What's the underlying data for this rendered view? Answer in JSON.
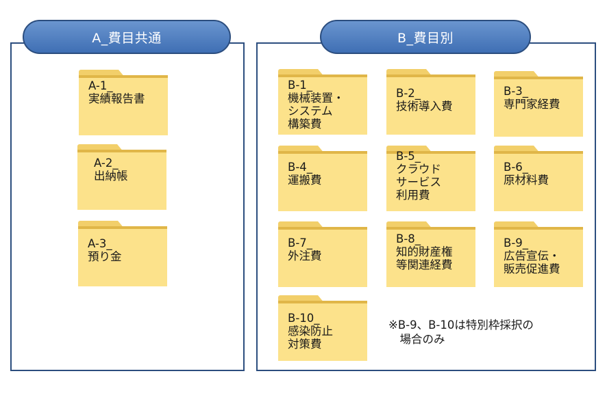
{
  "sections": {
    "a_title": "A_費目共通",
    "b_title": "B_費目別"
  },
  "folders_a": [
    {
      "label": "A-1_\n実績報告書"
    },
    {
      "label": "A-2_\n出納帳"
    },
    {
      "label": "A-3_\n預り金"
    }
  ],
  "folders_b": [
    {
      "label": "B-1_\n機械装置・\nシステム\n構築費"
    },
    {
      "label": "B-2_\n技術導入費"
    },
    {
      "label": "B-3_\n専門家経費"
    },
    {
      "label": "B-4_\n運搬費"
    },
    {
      "label": "B-5_\nクラウド\nサービス\n利用費"
    },
    {
      "label": "B-6_\n原材料費"
    },
    {
      "label": "B-7_\n外注費"
    },
    {
      "label": "B-8_\n知的財産権\n等関連経費"
    },
    {
      "label": "B-9_\n広告宣伝・\n販売促進費"
    },
    {
      "label": "B-10_\n感染防止\n対策費"
    }
  ],
  "note": "※B-9、B-10は特別枠採択の\n　場合のみ",
  "colors": {
    "frame": "#2b4d7e",
    "tab_fill": "#4f7fc1",
    "folder_body": "#fce28b",
    "folder_tab": "#f2cf6a"
  }
}
